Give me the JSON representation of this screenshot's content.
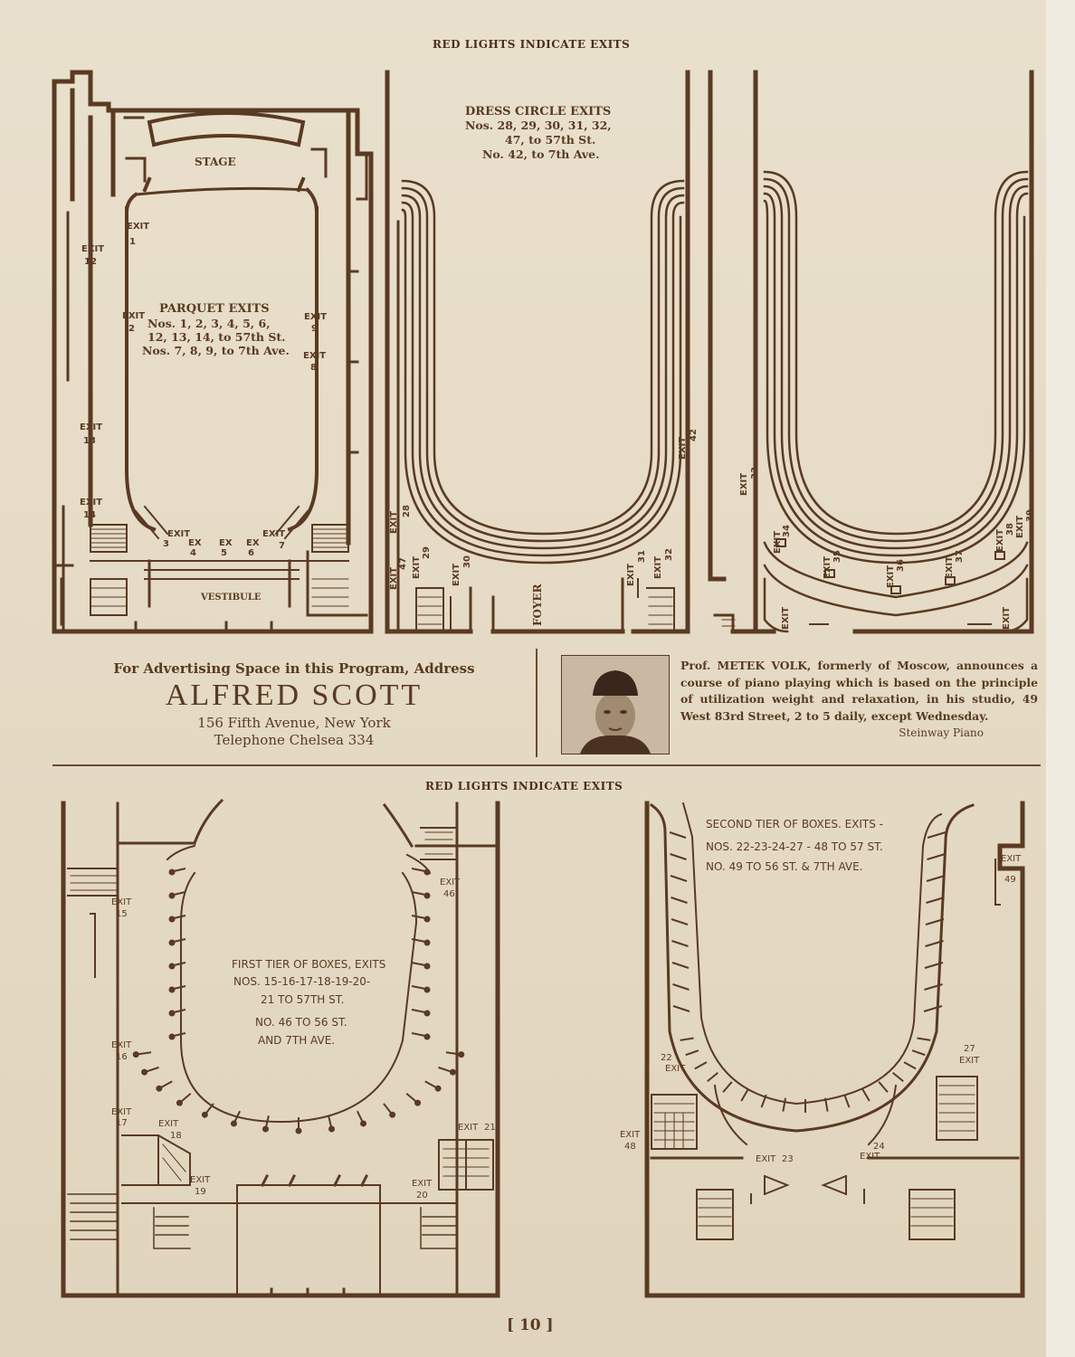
{
  "header_top": "RED LIGHTS INDICATE EXITS",
  "header_bottom": "RED LIGHTS INDICATE EXITS",
  "parquet": {
    "stage": "STAGE",
    "vestibule": "VESTIBULE",
    "title": "PARQUET EXITS",
    "line1": "Nos. 1, 2, 3, 4, 5, 6,",
    "line2": "12, 13, 14, to 57th St.",
    "line3": "Nos. 7, 8, 9, to 7th Ave."
  },
  "dress_circle": {
    "title": "DRESS CIRCLE EXITS",
    "line1": "Nos. 28, 29, 30, 31, 32,",
    "line2": "47, to 57th St.",
    "line3": "No. 42, to 7th Ave.",
    "foyer": "FOYER"
  },
  "ad_scott": {
    "line1": "For Advertising Space in this Program, Address",
    "name": "ALFRED SCOTT",
    "address": "156 Fifth Avenue, New York",
    "phone": "Telephone Chelsea 334"
  },
  "ad_volk": {
    "text": "Prof. METEK VOLK, formerly of Moscow, announces a course of piano playing which is based on the principle of utilization weight and relaxation, in his studio, 49 West 83rd Street, 2 to 5 daily, except Wednesday.",
    "signature": "Steinway Piano"
  },
  "first_tier": {
    "line1": "FIRST TIER OF BOXES, EXITS",
    "line2": "NOS. 15-16-17-18-19-20-",
    "line3": "21 TO 57TH ST.",
    "line4": "NO. 46 TO 56 ST.",
    "line5": "AND 7TH AVE."
  },
  "second_tier": {
    "line1": "SECOND TIER OF BOXES. EXITS -",
    "line2": "NOS. 22-23-24-27 - 48 TO 57 ST.",
    "line3": "NO. 49 TO 56 ST. & 7TH AVE."
  },
  "exit_word": "EXIT",
  "exit_abbrev": "EX",
  "exits": {
    "e1": "1",
    "e2": "2",
    "e3": "3",
    "e4": "4",
    "e5": "5",
    "e6": "6",
    "e7": "7",
    "e8": "8",
    "e9": "9",
    "e12": "12",
    "e13": "13",
    "e14": "14",
    "e15": "15",
    "e16": "16",
    "e17": "17",
    "e18": "18",
    "e19": "19",
    "e20": "20",
    "e21": "21",
    "e22": "22",
    "e23": "23",
    "e24": "24",
    "e27": "27",
    "e28": "28",
    "e29": "29",
    "e30": "30",
    "e31": "31",
    "e32": "32",
    "e33": "33",
    "e34": "34",
    "e35": "35",
    "e36": "36",
    "e37": "37",
    "e38": "38",
    "e39": "39",
    "e42": "42",
    "e46": "46",
    "e47": "47",
    "e48": "48",
    "e49": "49"
  },
  "page_number": "[ 10 ]",
  "colors": {
    "ink": "#5a3a22",
    "paper": "#e6dcc8"
  }
}
